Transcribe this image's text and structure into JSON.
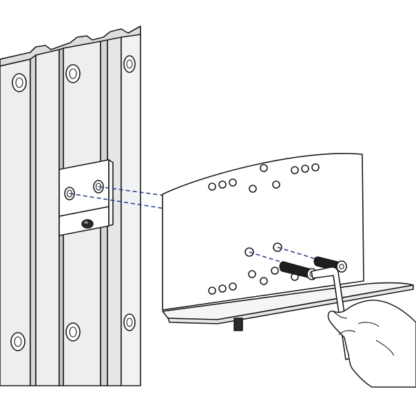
{
  "figure": {
    "kind": "installation-illustration",
    "colors": {
      "line": "#1a1a1a",
      "rail_face": "#e9eaeb",
      "rail_shadow": "#c9cbcd",
      "plate_face": "#ffffff",
      "guide_line": "#2e3f8f",
      "grip": "#1e1e1e"
    },
    "parts": [
      "mounting-rail",
      "adapter-bracket",
      "shelf-plate",
      "bolts",
      "hex-key",
      "hand"
    ]
  }
}
